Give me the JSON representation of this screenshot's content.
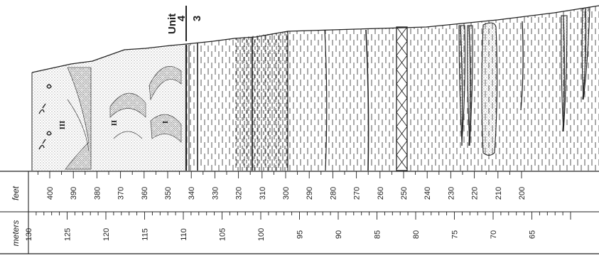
{
  "figure": {
    "unit_caption": "Unit",
    "unit_upper": "4",
    "unit_lower": "3",
    "subunit_labels": [
      "III",
      "II",
      "I"
    ]
  },
  "scale": {
    "feet_label": "feet",
    "meters_label": "meters",
    "feet_ticks": [
      "400",
      "390",
      "380",
      "370",
      "360",
      "350",
      "340",
      "330",
      "320",
      "310",
      "300",
      "290",
      "280",
      "270",
      "260",
      "250",
      "240",
      "230",
      "220",
      "210",
      "200"
    ],
    "meter_ticks": [
      "130",
      "125",
      "120",
      "115",
      "110",
      "105",
      "100",
      "95",
      "90",
      "85",
      "80",
      "75",
      "70",
      "65"
    ]
  },
  "colors": {
    "ink": "#222222",
    "fill_dot": "#8a8a8a"
  }
}
